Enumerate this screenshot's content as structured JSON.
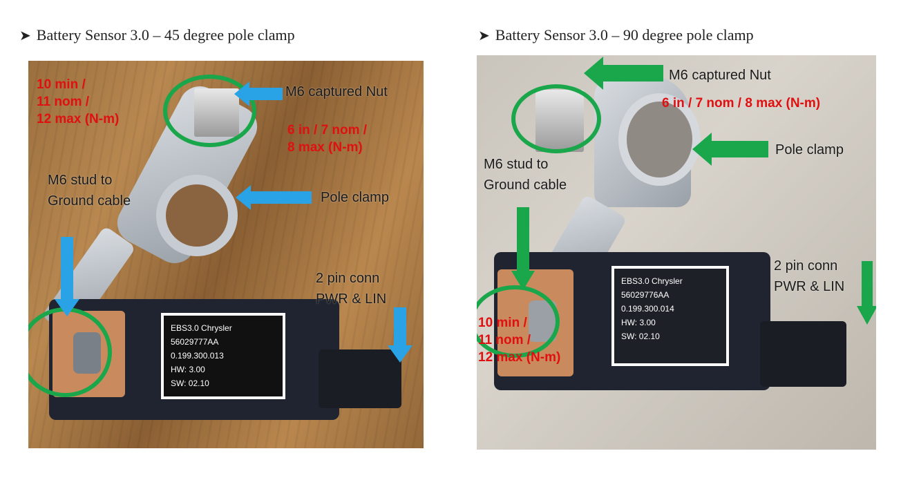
{
  "left": {
    "heading": "Battery Sensor 3.0 – 45 degree pole clamp",
    "torque_stud": "10 min /\n11 nom /\n12 max (N-m)",
    "label_nut": "M6 captured Nut",
    "torque_nut": "6 in / 7 nom /\n8 max (N-m)",
    "label_stud": "M6 stud to\nGround cable",
    "label_clamp": "Pole clamp",
    "label_conn": "2 pin conn\nPWR & LIN",
    "sensor_label": [
      "EBS3.0 Chrysler",
      "56029777AA",
      "0.199.300.013",
      "HW:  3.00",
      "SW:  02.10"
    ]
  },
  "right": {
    "heading": "Battery Sensor 3.0 – 90 degree pole clamp",
    "label_nut": "M6 captured Nut",
    "torque_nut": "6 in / 7 nom / 8 max (N-m)",
    "label_clamp": "Pole clamp",
    "label_stud": "M6 stud to\nGround cable",
    "label_conn": "2 pin conn\nPWR & LIN",
    "torque_stud": "10 min /\n11 nom /\n12 max (N-m)",
    "sensor_label": [
      "EBS3.0 Chrysler",
      "56029776AA",
      "0.199.300.014",
      "HW:  3.00",
      "SW:  02.10"
    ]
  },
  "colors": {
    "torque_text": "#e01010",
    "highlight_circle": "#1aa64a",
    "arrow_left": "#2aa3e6",
    "arrow_right": "#1aa64a"
  },
  "icons": {
    "bullet": "arrowhead-bullet-icon",
    "arrow": "arrow-icon"
  }
}
